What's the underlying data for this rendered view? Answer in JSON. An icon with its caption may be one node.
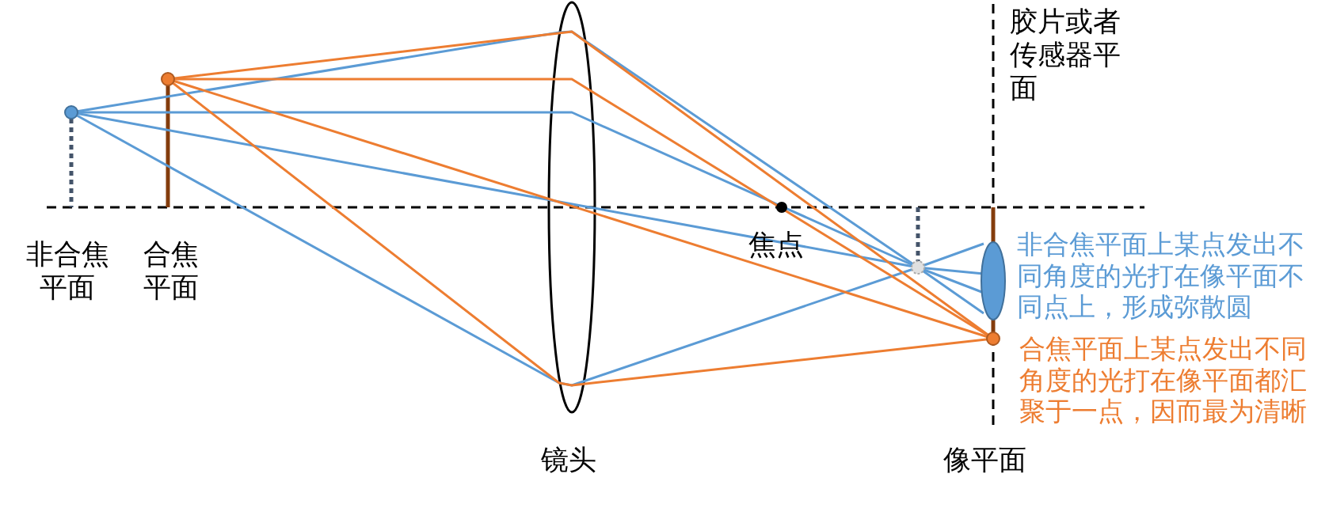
{
  "diagram": {
    "labels": [
      "非合焦平面",
      "合焦平面",
      "焦点",
      "镜头",
      "像平面",
      "胶片或者传感器平面",
      "非合焦平面上某点发出不同角度的光打在像平面不同点上，形成弥散圆",
      "合焦平面上某点发出不同角度的光打在像平面都汇聚于一点，因而最为清晰"
    ]
  }
}
